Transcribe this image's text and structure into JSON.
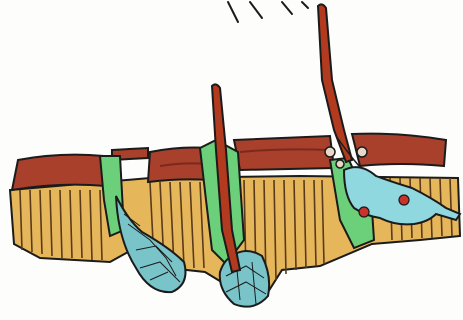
{
  "figure": {
    "description_text": "",
    "colors": {
      "background": "#fdfdfb",
      "dermis_fill": "#e6b65a",
      "dermis_stripes": "#5a3a1a",
      "epidermis_top": "#a8402c",
      "epidermis_dark": "#7a2a1c",
      "sheath_green": "#6ccf79",
      "gland_blue": "#78c4c8",
      "hair_red": "#b23a1e",
      "cell_cyan": "#8fd8e0",
      "nucleus_red": "#c8342a",
      "outline": "#1b1b1b"
    },
    "elements": [
      "skin-surface-layer",
      "dermis-layer",
      "hair-follicle-left",
      "hair-follicle-right",
      "hair-shaft-left",
      "hair-shaft-right",
      "sebaceous-gland-left",
      "sebaceous-gland-right",
      "nerve-cell",
      "sensory-stimulus-lines"
    ]
  }
}
